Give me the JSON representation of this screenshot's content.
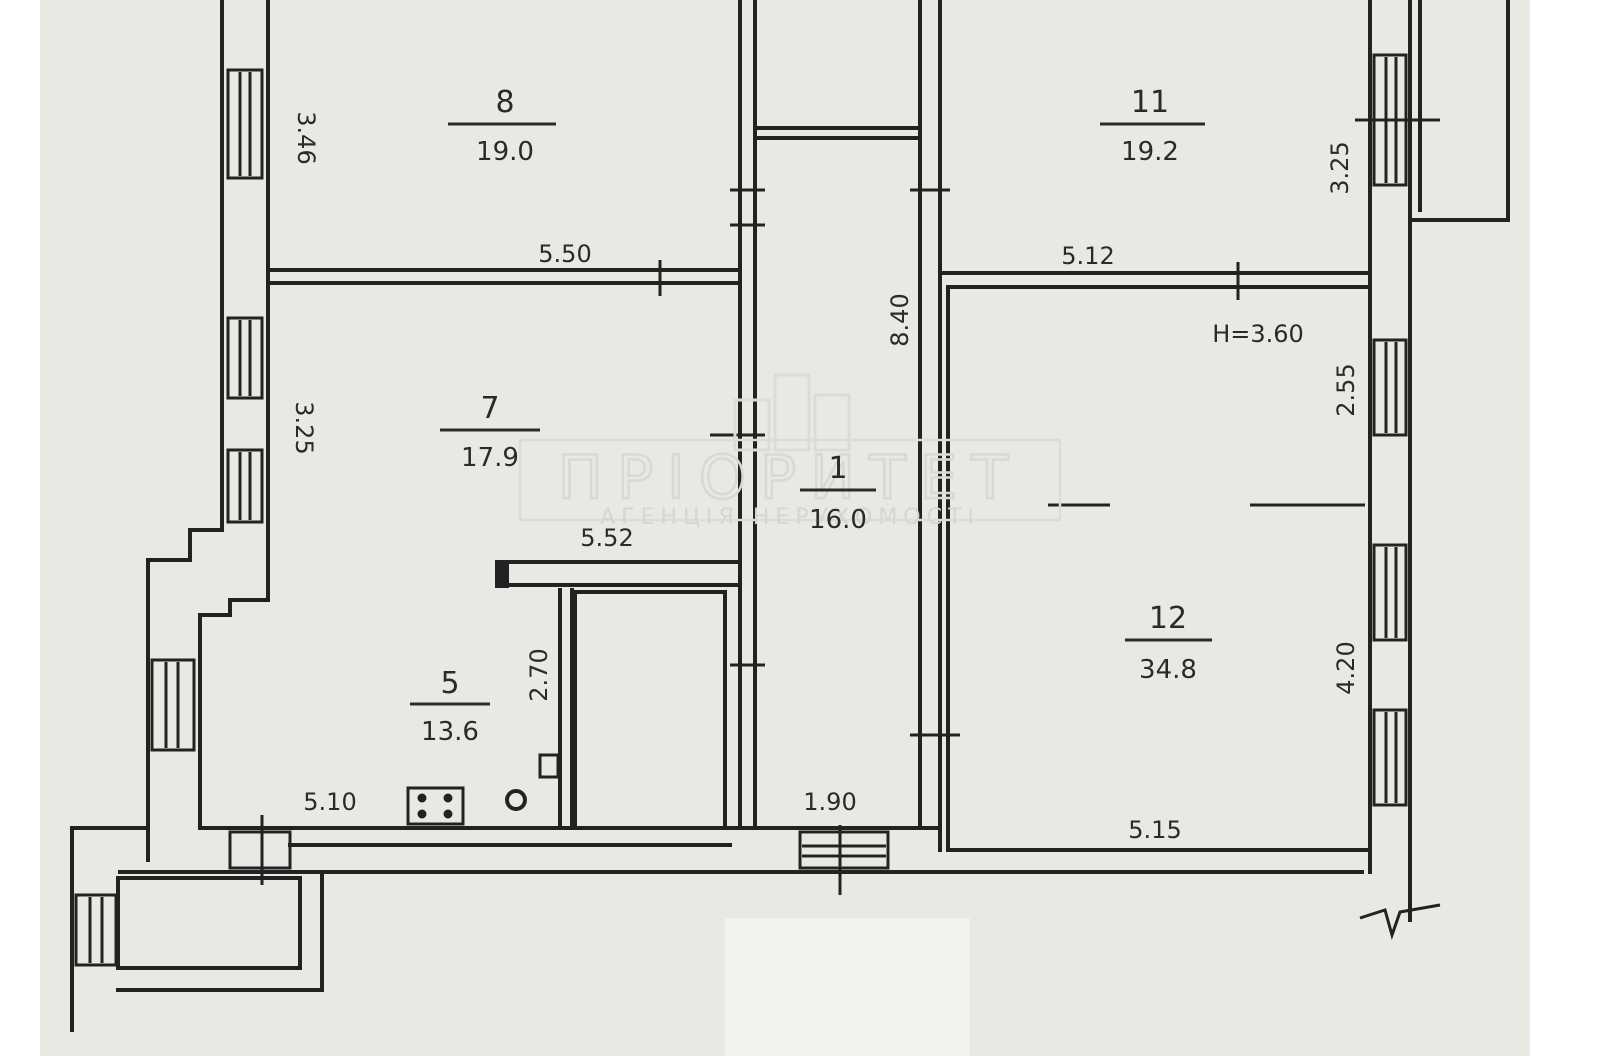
{
  "colors": {
    "paper": "#e9e9e4",
    "line": "#222222",
    "watermark": "#d9d9d4"
  },
  "watermark": {
    "title": "ПРІОРИТЕТ",
    "subtitle": "АГЕНЦІЯ НЕРУХОМОСТІ"
  },
  "rooms": [
    {
      "number": "8",
      "area": "19.0"
    },
    {
      "number": "11",
      "area": "19.2"
    },
    {
      "number": "7",
      "area": "17.9"
    },
    {
      "number": "1",
      "area": "16.0"
    },
    {
      "number": "12",
      "area": "34.8"
    },
    {
      "number": "5",
      "area": "13.6"
    }
  ],
  "dimensions": [
    "3.46",
    "5.50",
    "5.12",
    "3.25",
    "8.40",
    "H=3.60",
    "2.55",
    "3.25",
    "5.52",
    "2.70",
    "4.20",
    "5.10",
    "1.90",
    "5.15"
  ]
}
